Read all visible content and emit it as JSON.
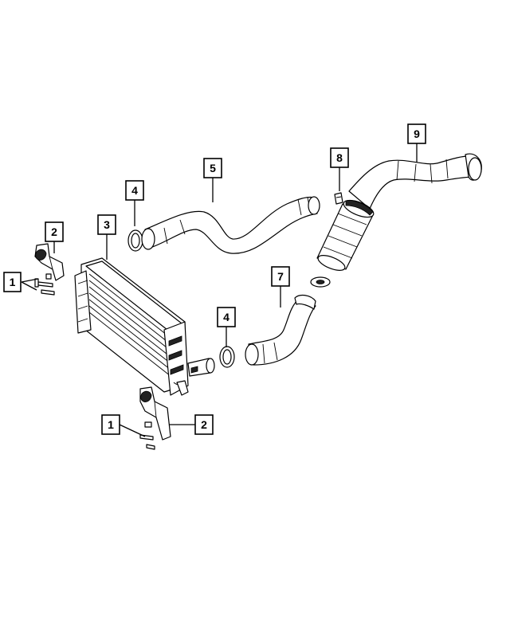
{
  "callouts": {
    "c1a": "1",
    "c2a": "2",
    "c3": "3",
    "c4a": "4",
    "c5": "5",
    "c4b": "4",
    "c7": "7",
    "c8": "8",
    "c9": "9",
    "c1b": "1",
    "c2b": "2"
  }
}
